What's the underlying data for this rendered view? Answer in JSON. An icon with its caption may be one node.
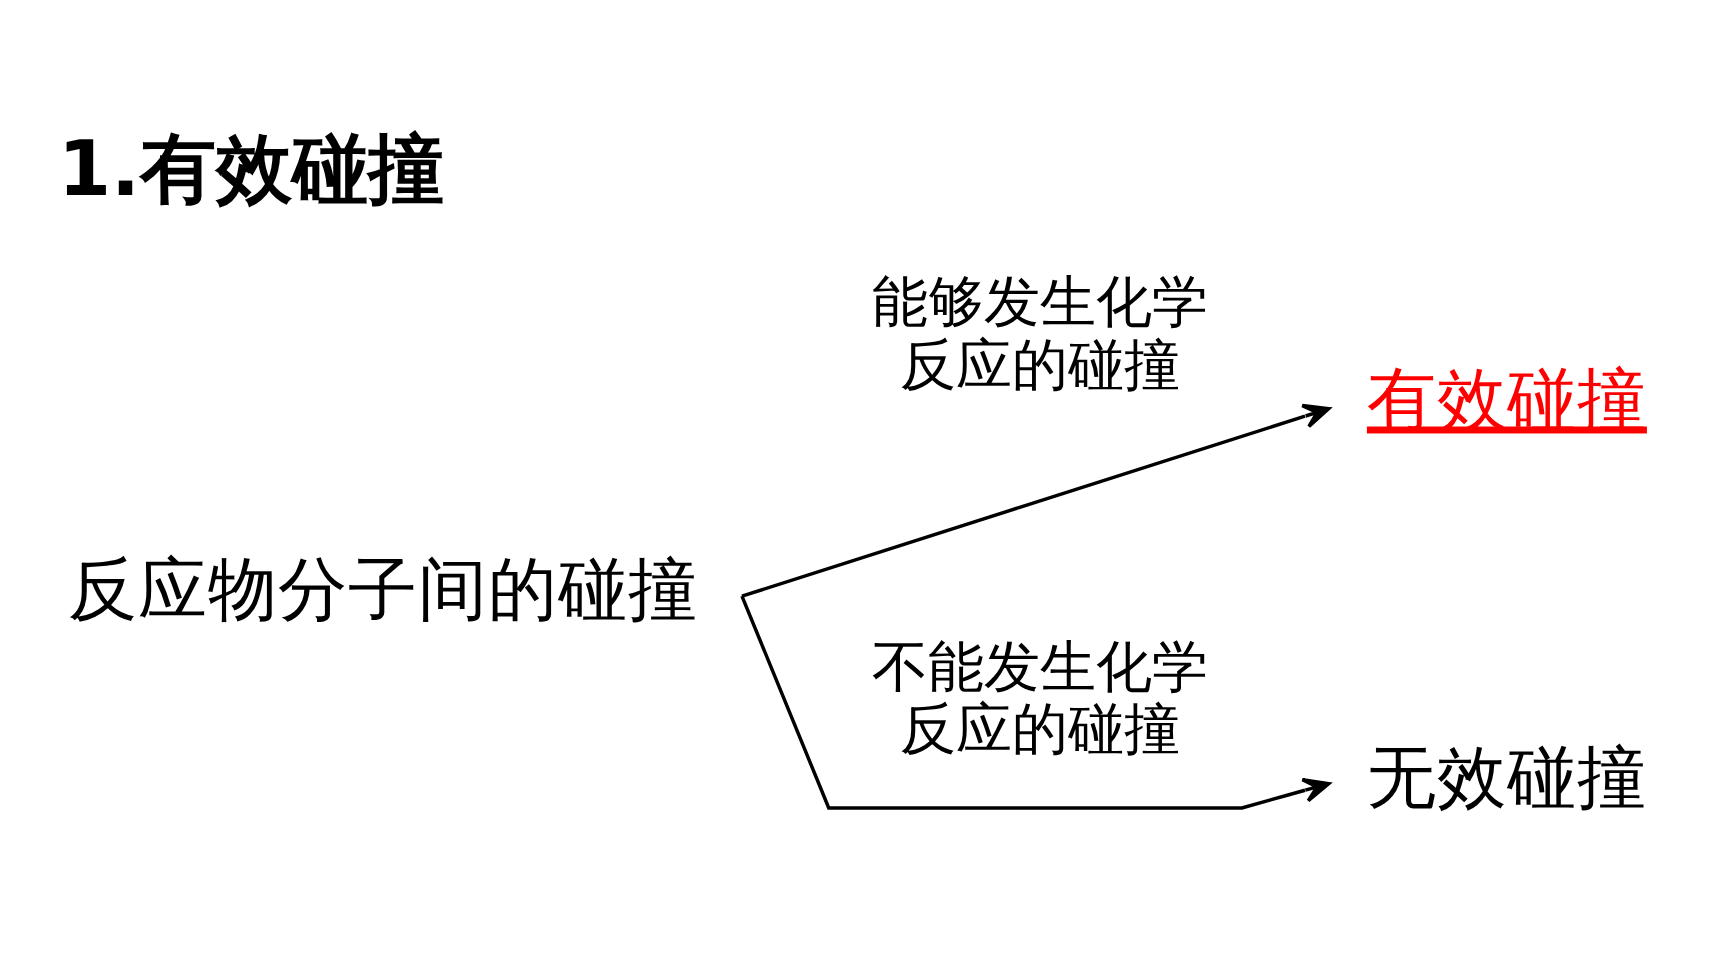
{
  "diagram": {
    "title": "1.有效碰撞",
    "nodes": [
      {
        "text": [
          "反应物分子间的碰撞"
        ]
      },
      {
        "text": [
          "有效碰撞"
        ]
      },
      {
        "text": [
          "无效碰撞"
        ]
      }
    ],
    "edges": [
      {
        "from": 0,
        "to": 1,
        "arrow": "to",
        "label": "能够发生化学反应的碰撞"
      },
      {
        "from": 0,
        "to": 2,
        "arrow": "to",
        "label": "不能发生化学反应的碰撞"
      }
    ]
  }
}
